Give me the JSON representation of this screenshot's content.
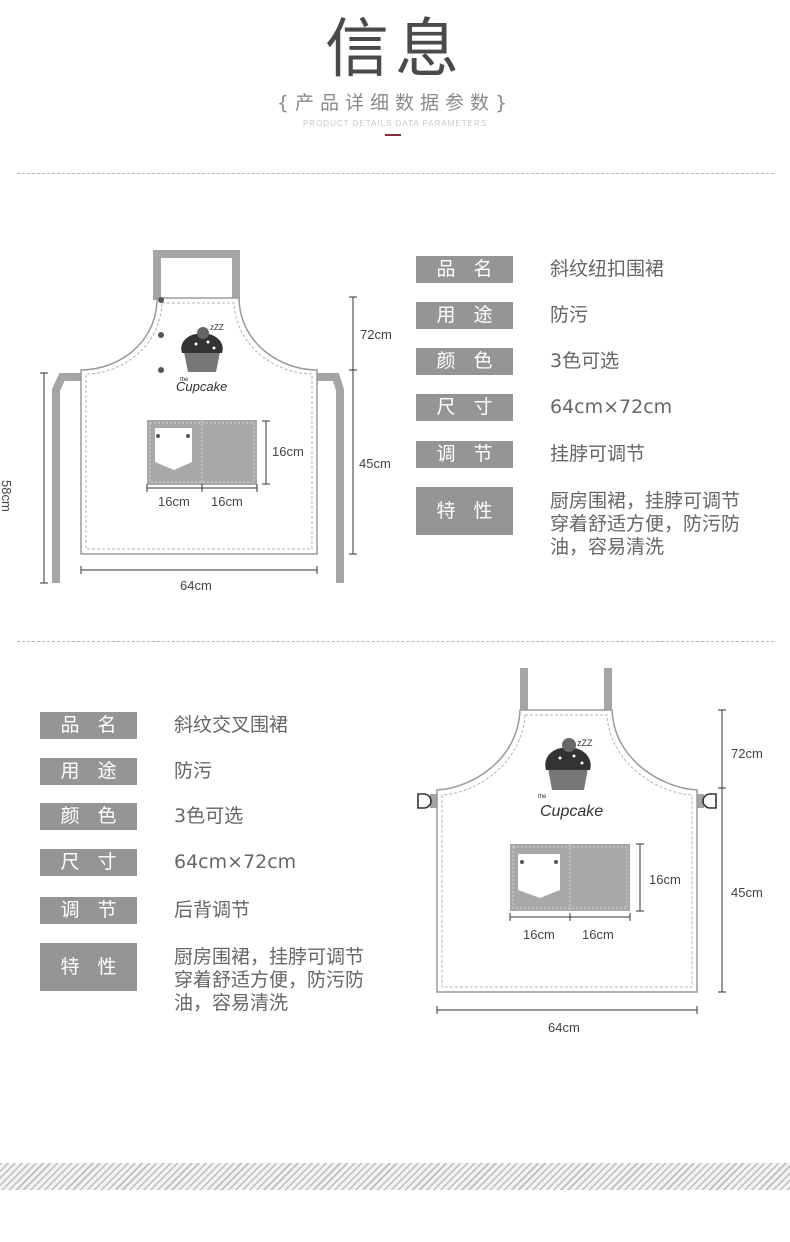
{
  "header": {
    "title": "信息",
    "subtitle": "{产品详细数据参数}",
    "subtitle_en": "PRODUCT DETAILS DATA PARAMETERS",
    "accent_color": "#8b2a3a"
  },
  "product1": {
    "specs": [
      {
        "label": "品名",
        "value": "斜纹纽扣围裙"
      },
      {
        "label": "用途",
        "value": "防污"
      },
      {
        "label": "颜色",
        "value": "3色可选"
      },
      {
        "label": "尺寸",
        "value": "64cm×72cm"
      },
      {
        "label": "调节",
        "value": "挂脖可调节"
      },
      {
        "label": "特性",
        "value": "厨房围裙，挂脖可调节\n穿着舒适方便，防污防\n油，容易清洗"
      }
    ],
    "dimensions": {
      "top_height": "72cm",
      "bottom_height": "45cm",
      "side_height": "58cm",
      "width": "64cm",
      "pocket_height": "16cm",
      "pocket_left_width": "16cm",
      "pocket_right_width": "16cm"
    },
    "logo": {
      "small": "the",
      "brand": "Cupcake",
      "zzz": "zZZ"
    }
  },
  "product2": {
    "specs": [
      {
        "label": "品名",
        "value": "斜纹交叉围裙"
      },
      {
        "label": "用途",
        "value": "防污"
      },
      {
        "label": "颜色",
        "value": "3色可选"
      },
      {
        "label": "尺寸",
        "value": "64cm×72cm"
      },
      {
        "label": "调节",
        "value": "后背调节"
      },
      {
        "label": "特性",
        "value": "厨房围裙，挂脖可调节\n穿着舒适方便，防污防\n油，容易清洗"
      }
    ],
    "dimensions": {
      "top_height": "72cm",
      "bottom_height": "45cm",
      "width": "64cm",
      "pocket_height": "16cm",
      "pocket_left_width": "16cm",
      "pocket_right_width": "16cm"
    },
    "logo": {
      "small": "the",
      "brand": "Cupcake",
      "zzz": "zZZ"
    }
  },
  "colors": {
    "label_bg": "#959595",
    "strap": "#a5a5a5",
    "pocket": "#a8a8a8",
    "outline": "#9a9a9a"
  }
}
